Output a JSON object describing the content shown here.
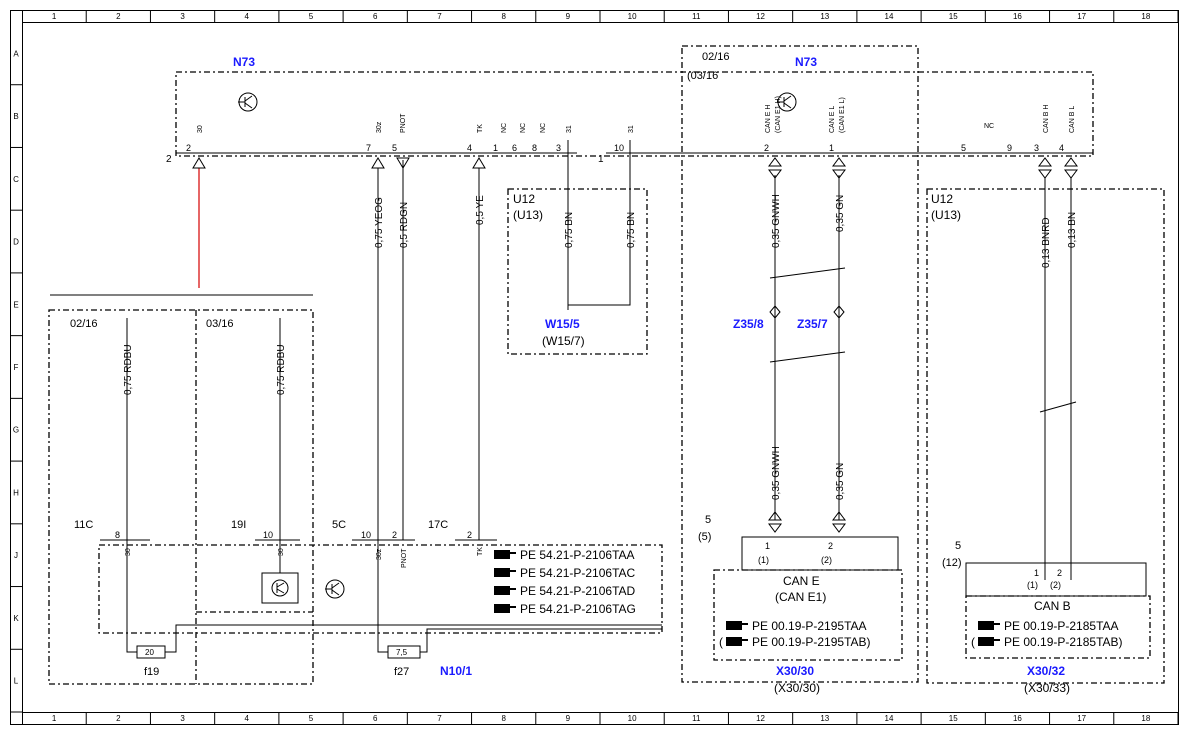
{
  "ruler": {
    "cols": [
      "1",
      "2",
      "3",
      "4",
      "5",
      "6",
      "7",
      "8",
      "9",
      "10",
      "11",
      "12",
      "13",
      "14",
      "15",
      "16",
      "17",
      "18"
    ],
    "rows": [
      "A",
      "B",
      "C",
      "D",
      "E",
      "F",
      "G",
      "H",
      "J",
      "K",
      "L"
    ]
  },
  "components": {
    "n73_left": "N73",
    "n73_right": "N73",
    "version_0216_top": "02/16",
    "version_0316_top": "(03/16",
    "u12_a": "U12",
    "u13_a": "(U13)",
    "u12_b": "U12",
    "u13_b": "(U13)",
    "w155": "W15/5",
    "w157": "(W15/7)",
    "z358": "Z35/8",
    "z357": "Z35/7",
    "version_0216_left": "02/16",
    "version_0316_left": "03/16",
    "f19": "f19",
    "f27": "f27",
    "n101": "N10/1",
    "fuse20": "20",
    "fuse75": "7,5",
    "cane": "CAN E",
    "cane1": "(CAN E1)",
    "canb": "CAN B",
    "x3030": "X30/30",
    "x3030b": "(X30/30)",
    "x3032": "X30/32",
    "x3033": "(X30/33)"
  },
  "pins": {
    "p30": "30",
    "p30z": "30z",
    "pnot": "PNOT",
    "tk": "TK",
    "nc": "NC",
    "p31": "31",
    "canEH": "CAN E H",
    "canE1H": "(CAN E1 H)",
    "canEL": "CAN E L",
    "canE1L": "(CAN E1 L)",
    "canBH": "CAN B H",
    "canBL": "CAN B L"
  },
  "pin_numbers": {
    "n2": "2",
    "n7": "7",
    "n5": "5",
    "n4": "4",
    "n1": "1",
    "n6": "6",
    "n8": "8",
    "n3": "3",
    "n1b": "1",
    "n10": "10",
    "n2b": "2",
    "n1c": "1",
    "n5b": "5",
    "n9": "9",
    "n3b": "3",
    "n4b": "4",
    "c2": "2",
    "c1": "1"
  },
  "wires": {
    "w_yeog": "0,75 YEOG",
    "w_rdgn": "0,5 RDGN",
    "w_ye": "0,5 YE",
    "w_bn1": "0,75 BN",
    "w_bn2": "0,75 BN",
    "w_gnwh1": "0,35 GNWH",
    "w_gn1": "0,35 GN",
    "w_gnwh2": "0,35 GNWH",
    "w_gn2": "0,35 GN",
    "w_bnrd": "0,13 BNRD",
    "w_bn3": "0,13 BN",
    "w_rdbu1": "0,75 RDBU",
    "w_rdbu2": "0,75 RDBU"
  },
  "connectors": {
    "c11c": "11C",
    "c19i": "19I",
    "c5c": "5C",
    "c17c": "17C",
    "k8": "8",
    "k10": "10",
    "k10b": "10",
    "k2": "2",
    "k2b": "2",
    "j30a": "30",
    "j30b": "30",
    "j30z": "30z",
    "jpnot": "PNOT",
    "jtk": "TK",
    "x5": "5",
    "x5p": "(5)",
    "x1": "1",
    "x1p": "(1)",
    "x2": "2",
    "x2p": "(2)",
    "y5": "5",
    "y12p": "(12)",
    "y1": "1",
    "y1p": "(1)",
    "y2": "2",
    "y2p": "(2)"
  },
  "references": {
    "ref_n10": [
      "PE 54.21-P-2106TAA",
      "PE 54.21-P-2106TAC",
      "PE 54.21-P-2106TAD",
      "PE 54.21-P-2106TAG"
    ],
    "ref_cane": [
      "PE 00.19-P-2195TAA",
      "PE 00.19-P-2195TAB)"
    ],
    "ref_canb": [
      "PE 00.19-P-2185TAA",
      "PE 00.19-P-2185TAB)"
    ]
  },
  "colors": {
    "label_blue": "#1a1aff",
    "wire_red": "#d40000"
  }
}
